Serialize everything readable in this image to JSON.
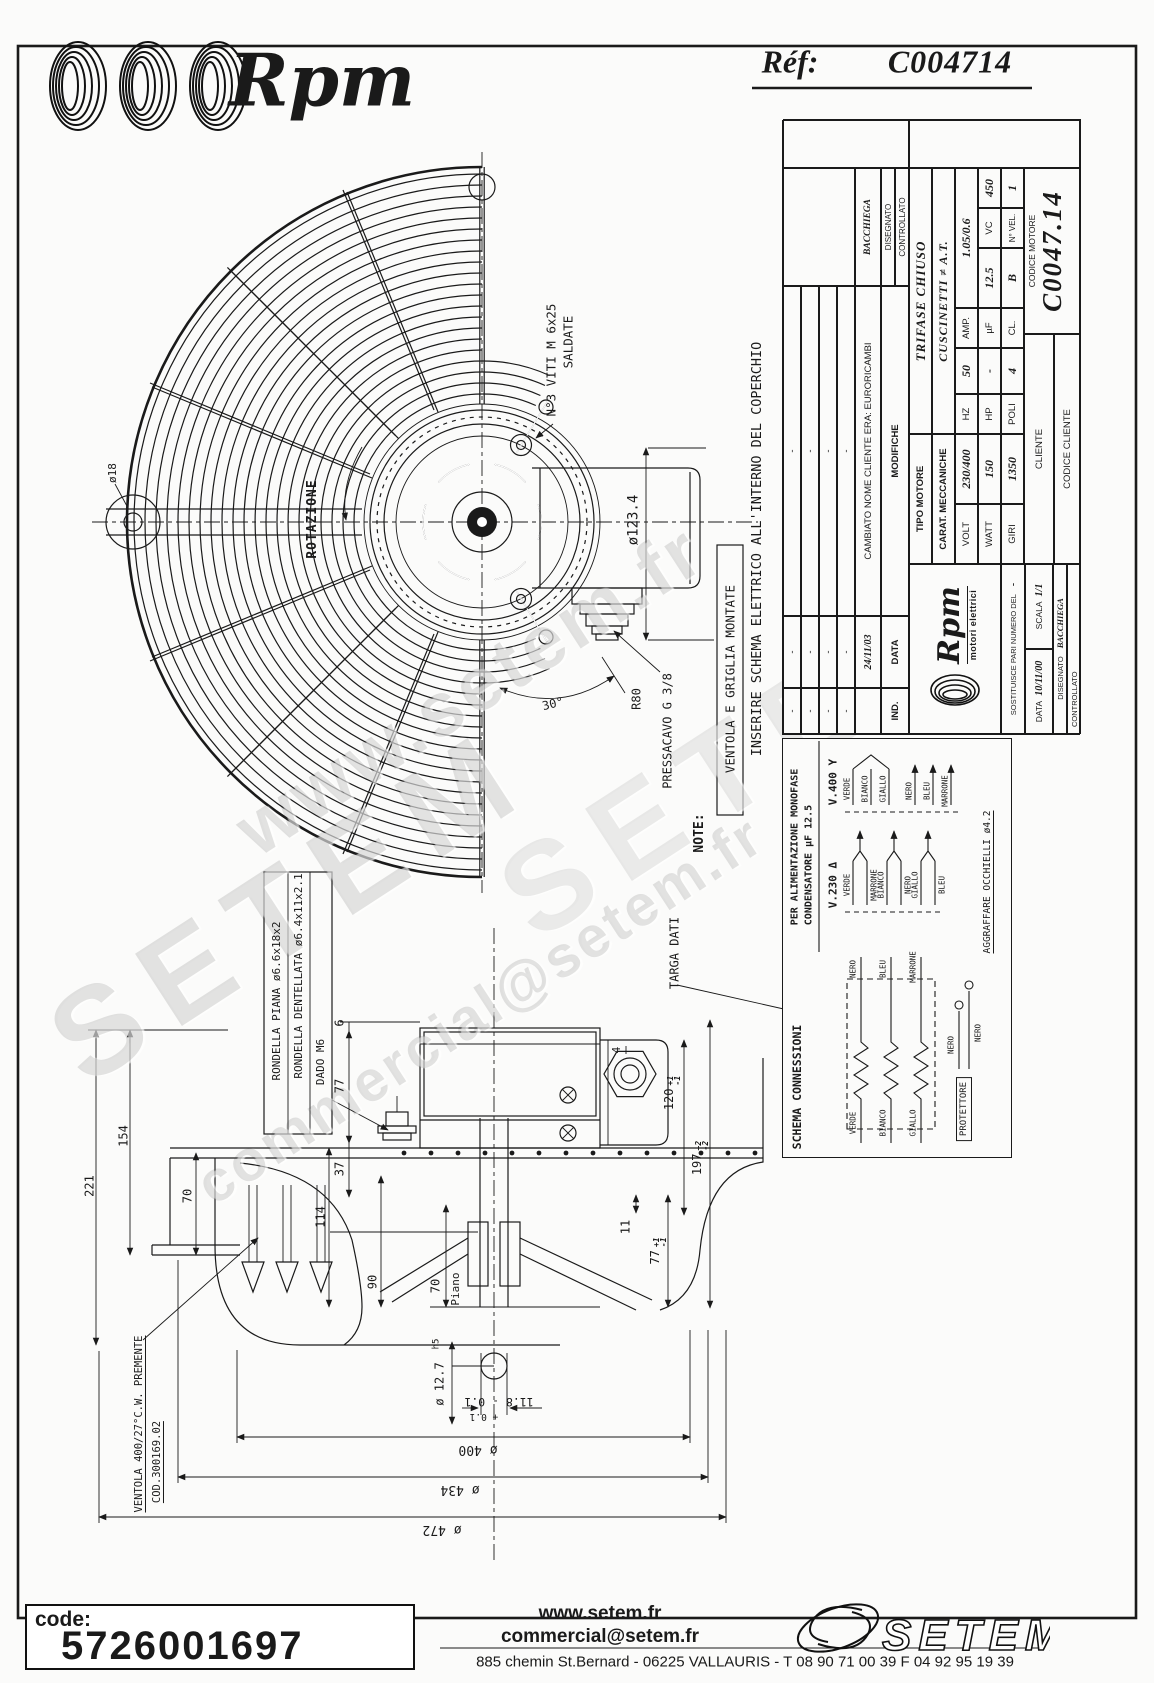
{
  "header": {
    "brand": "Rpm",
    "ref_label": "Réf:",
    "ref_value": "C004714"
  },
  "watermarks": {
    "w1": "www.setem.fr",
    "w2": "SETEM",
    "w3": "commercial@setem.fr",
    "w4": "SETEM"
  },
  "front_view": {
    "rotazione": "ROTAZIONE",
    "viti_line1": "N°3 VITI M 6x25",
    "viti_line2": "SALDATE",
    "dia_motore": "ø123.4",
    "raggio": "R80",
    "angolo": "30°",
    "pressacavo": "PRESSACAVO G 3/8",
    "dia_foro": "ø18",
    "note_label": "NOTE:",
    "nota_box": "VENTOLA E GRIGLIA MONTATE",
    "nota_inserire": "INSERIRE SCHEMA ELETTRICO ALL'INTERNO DEL COPERCHIO",
    "targa": "TARGA DATI"
  },
  "side_view": {
    "rondella_piana": "RONDELLA PIANA ø6.6x18x2",
    "rondella_dentellata": "RONDELLA DENTELLATA ø6.4x11x2.1",
    "dado": "DADO M6",
    "ventola_riga1": "VENTOLA 400/27°C.W. PREMENTE",
    "ventola_riga2": "COD.300169.02",
    "piano": "Piano",
    "dim_221": "221",
    "dim_154": "154",
    "dim_70_sx": "70",
    "dim_6": "6",
    "dim_77_sx": "77",
    "dim_37": "37",
    "dim_114": "114",
    "dim_90": "90",
    "dim_70_piano": "70",
    "dim_11": "11",
    "dim_4": "4",
    "dim_120": "120",
    "dim_120_tol_p": "+1",
    "dim_120_tol_m": "-1",
    "dim_197": "197",
    "dim_197_tol_p": "+2",
    "dim_197_tol_m": "-2",
    "dim_77_dx": "77",
    "dim_77_tol_p": "+1",
    "dim_77_tol_m": "-1",
    "dim_albero": "ø 12.7",
    "tolleranza_albero": "h5",
    "dim_chiavetta": "11.8 - 0.1",
    "dim_chiavetta_tol": "+ 0.1",
    "dia_400": "ø 400",
    "dia_434": "ø 434",
    "dia_472": "ø 472"
  },
  "title_block": {
    "revisions": [
      {
        "ind": "-",
        "data": "-",
        "modifiche": "-"
      },
      {
        "ind": "-",
        "data": "-",
        "modifiche": "-"
      },
      {
        "ind": "-",
        "data": "-",
        "modifiche": "-"
      },
      {
        "ind": "-",
        "data": "-",
        "modifiche": "-"
      }
    ],
    "change": {
      "ind": "",
      "data": "24/11/03",
      "modifiche": "CAMBIATO NOME CLIENTE ERA: EURORICAMBI"
    },
    "col_ind": "IND.",
    "col_data": "DATA",
    "col_modifiche": "MODIFICHE",
    "disegnato_label": "DISEGNATO",
    "disegnato_value": "BACCHIEGA",
    "controllato_label": "CONTROLLATO",
    "logo_script": "Rpm",
    "logo_sub": "motori elettrici",
    "sostituisce_label": "SOSTITUISCE PARI NUMERO DEL",
    "sostituisce_value": "-",
    "data_label": "DATA",
    "data_value": "10/11/00",
    "scala_label": "SCALA",
    "scala_value": "1/1",
    "tipo_label": "TIPO MOTORE",
    "tipo_value": "TRIFASE CHIUSO",
    "carat_label": "CARAT. MECCANICHE",
    "carat_value": "CUSCINETTI ≠ A.T.",
    "volt_label": "VOLT",
    "volt_value": "230/400",
    "hz_label": "HZ",
    "hz_value": "50",
    "amp_label": "AMP.",
    "amp_value": "1.05/0.6",
    "watt_label": "WATT",
    "watt_value": "150",
    "hp_label": "HP",
    "hp_value": "-",
    "uf_label": "µF",
    "uf_value": "12.5",
    "vc_label": "VC",
    "vc_value": "450",
    "giri_label": "GIRI",
    "giri_value": "1350",
    "poli_label": "POLI",
    "poli_value": "4",
    "cl_label": "CL.",
    "cl_value": "B",
    "nvel_label": "N° VEL.",
    "nvel_value": "1",
    "cliente_label": "CLIENTE",
    "codice_cliente_label": "CODICE CLIENTE",
    "codice_motore_label": "CODICE MOTORE",
    "codice_motore_value": "C0047.14"
  },
  "schema": {
    "titolo": "SCHEMA CONNESSIONI",
    "mono_riga1": "PER ALIMENTAZIONE MONOFASE",
    "mono_riga2": "CONDENSATORE µF 12.5",
    "v230": "V.230",
    "v230_sym": "Δ",
    "v400": "V.400",
    "v400_sym": "Y",
    "colori": {
      "verde": "VERDE",
      "bianco": "BIANCO",
      "giallo": "GIALLO",
      "nero": "NERO",
      "bleu": "BLEU",
      "marrone": "MARRONE"
    },
    "protettore": "PROTETTORE",
    "aggraffare": "AGGRAFFARE OCCHIELLI ø4.2"
  },
  "footer": {
    "code_label": "code:",
    "code_value": "5726001697",
    "site": "www.setem.fr",
    "email": "commercial@setem.fr",
    "address": "885 chemin St.Bernard  -  06225 VALLAURIS  -  T 08 90 71 00 39   F 04 92 95 19 39",
    "logo": "SETEM"
  }
}
